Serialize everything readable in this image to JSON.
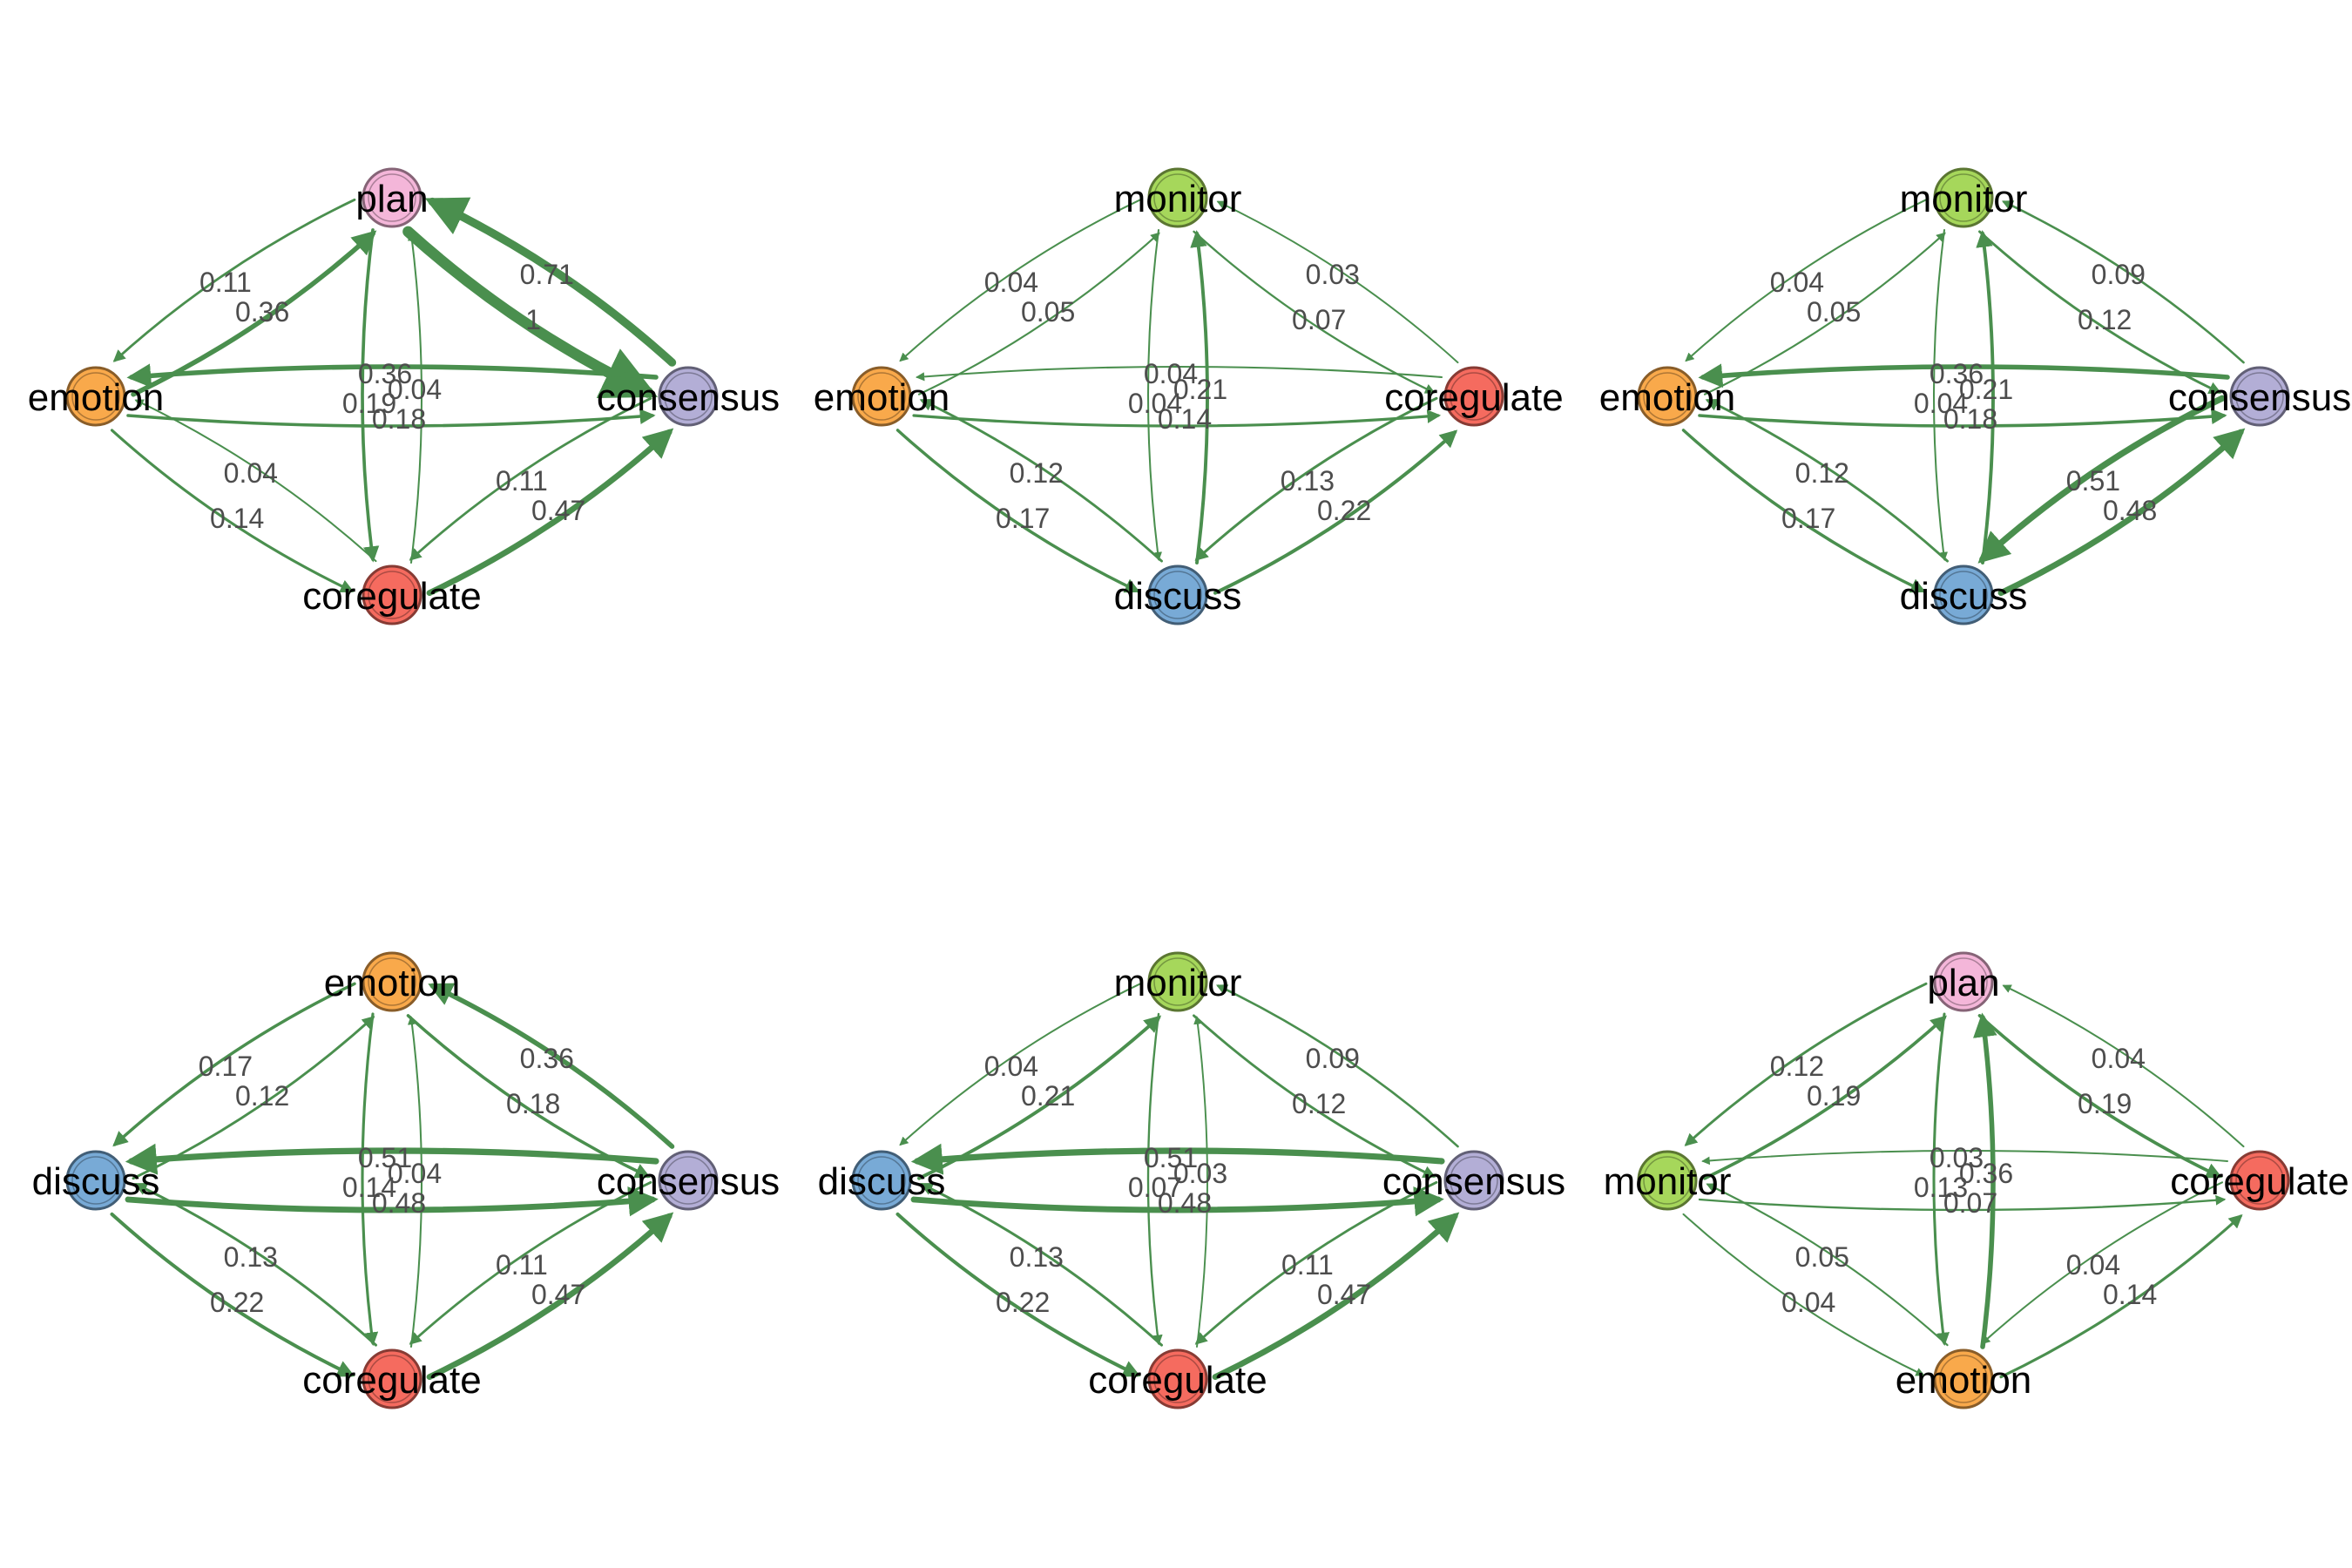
{
  "edge_color": "#4a8f4e",
  "node_colors": {
    "plan": "#f4b6d9",
    "emotion": "#f9a94b",
    "consensus": "#b3aed6",
    "coregulate": "#f56b5f",
    "monitor": "#a6d75b",
    "discuss": "#78aad6"
  },
  "networks": [
    {
      "nodes": [
        "plan",
        "consensus",
        "coregulate",
        "emotion"
      ],
      "edges": [
        {
          "from": "plan",
          "to": "emotion",
          "weight": "0.11"
        },
        {
          "from": "emotion",
          "to": "plan",
          "weight": "0.36"
        },
        {
          "from": "plan",
          "to": "consensus",
          "weight": "1"
        },
        {
          "from": "consensus",
          "to": "plan",
          "weight": "0.71"
        },
        {
          "from": "consensus",
          "to": "emotion",
          "weight": "0.36"
        },
        {
          "from": "emotion",
          "to": "consensus",
          "weight": "0.18"
        },
        {
          "from": "plan",
          "to": "coregulate",
          "weight": "0.19"
        },
        {
          "from": "coregulate",
          "to": "plan",
          "weight": "0.04"
        },
        {
          "from": "coregulate",
          "to": "emotion",
          "weight": "0.04"
        },
        {
          "from": "emotion",
          "to": "coregulate",
          "weight": "0.14"
        },
        {
          "from": "consensus",
          "to": "coregulate",
          "weight": "0.11"
        },
        {
          "from": "coregulate",
          "to": "consensus",
          "weight": "0.47"
        }
      ]
    },
    {
      "nodes": [
        "monitor",
        "coregulate",
        "discuss",
        "emotion"
      ],
      "edges": [
        {
          "from": "monitor",
          "to": "emotion",
          "weight": "0.04"
        },
        {
          "from": "emotion",
          "to": "monitor",
          "weight": "0.05"
        },
        {
          "from": "monitor",
          "to": "coregulate",
          "weight": "0.07"
        },
        {
          "from": "coregulate",
          "to": "monitor",
          "weight": "0.03"
        },
        {
          "from": "coregulate",
          "to": "emotion",
          "weight": "0.04"
        },
        {
          "from": "emotion",
          "to": "coregulate",
          "weight": "0.14"
        },
        {
          "from": "monitor",
          "to": "discuss",
          "weight": "0.04"
        },
        {
          "from": "discuss",
          "to": "monitor",
          "weight": "0.21"
        },
        {
          "from": "discuss",
          "to": "emotion",
          "weight": "0.12"
        },
        {
          "from": "emotion",
          "to": "discuss",
          "weight": "0.17"
        },
        {
          "from": "coregulate",
          "to": "discuss",
          "weight": "0.13"
        },
        {
          "from": "discuss",
          "to": "coregulate",
          "weight": "0.22"
        }
      ]
    },
    {
      "nodes": [
        "monitor",
        "consensus",
        "discuss",
        "emotion"
      ],
      "edges": [
        {
          "from": "monitor",
          "to": "emotion",
          "weight": "0.04"
        },
        {
          "from": "emotion",
          "to": "monitor",
          "weight": "0.05"
        },
        {
          "from": "monitor",
          "to": "consensus",
          "weight": "0.12"
        },
        {
          "from": "consensus",
          "to": "monitor",
          "weight": "0.09"
        },
        {
          "from": "consensus",
          "to": "emotion",
          "weight": "0.36"
        },
        {
          "from": "emotion",
          "to": "consensus",
          "weight": "0.18"
        },
        {
          "from": "monitor",
          "to": "discuss",
          "weight": "0.04"
        },
        {
          "from": "discuss",
          "to": "monitor",
          "weight": "0.21"
        },
        {
          "from": "discuss",
          "to": "emotion",
          "weight": "0.12"
        },
        {
          "from": "emotion",
          "to": "discuss",
          "weight": "0.17"
        },
        {
          "from": "consensus",
          "to": "discuss",
          "weight": "0.51"
        },
        {
          "from": "discuss",
          "to": "consensus",
          "weight": "0.48"
        }
      ]
    },
    {
      "nodes": [
        "emotion",
        "consensus",
        "coregulate",
        "discuss"
      ],
      "edges": [
        {
          "from": "emotion",
          "to": "discuss",
          "weight": "0.17"
        },
        {
          "from": "discuss",
          "to": "emotion",
          "weight": "0.12"
        },
        {
          "from": "emotion",
          "to": "consensus",
          "weight": "0.18"
        },
        {
          "from": "consensus",
          "to": "emotion",
          "weight": "0.36"
        },
        {
          "from": "consensus",
          "to": "discuss",
          "weight": "0.51"
        },
        {
          "from": "discuss",
          "to": "consensus",
          "weight": "0.48"
        },
        {
          "from": "emotion",
          "to": "coregulate",
          "weight": "0.14"
        },
        {
          "from": "coregulate",
          "to": "emotion",
          "weight": "0.04"
        },
        {
          "from": "coregulate",
          "to": "discuss",
          "weight": "0.13"
        },
        {
          "from": "discuss",
          "to": "coregulate",
          "weight": "0.22"
        },
        {
          "from": "consensus",
          "to": "coregulate",
          "weight": "0.11"
        },
        {
          "from": "coregulate",
          "to": "consensus",
          "weight": "0.47"
        }
      ]
    },
    {
      "nodes": [
        "monitor",
        "consensus",
        "coregulate",
        "discuss"
      ],
      "edges": [
        {
          "from": "monitor",
          "to": "discuss",
          "weight": "0.04"
        },
        {
          "from": "discuss",
          "to": "monitor",
          "weight": "0.21"
        },
        {
          "from": "monitor",
          "to": "consensus",
          "weight": "0.12"
        },
        {
          "from": "consensus",
          "to": "monitor",
          "weight": "0.09"
        },
        {
          "from": "consensus",
          "to": "discuss",
          "weight": "0.51"
        },
        {
          "from": "discuss",
          "to": "consensus",
          "weight": "0.48"
        },
        {
          "from": "monitor",
          "to": "coregulate",
          "weight": "0.07"
        },
        {
          "from": "coregulate",
          "to": "monitor",
          "weight": "0.03"
        },
        {
          "from": "coregulate",
          "to": "discuss",
          "weight": "0.13"
        },
        {
          "from": "discuss",
          "to": "coregulate",
          "weight": "0.22"
        },
        {
          "from": "consensus",
          "to": "coregulate",
          "weight": "0.11"
        },
        {
          "from": "coregulate",
          "to": "consensus",
          "weight": "0.47"
        }
      ]
    },
    {
      "nodes": [
        "plan",
        "coregulate",
        "emotion",
        "monitor"
      ],
      "edges": [
        {
          "from": "plan",
          "to": "monitor",
          "weight": "0.12"
        },
        {
          "from": "monitor",
          "to": "plan",
          "weight": "0.19"
        },
        {
          "from": "plan",
          "to": "coregulate",
          "weight": "0.19"
        },
        {
          "from": "coregulate",
          "to": "plan",
          "weight": "0.04"
        },
        {
          "from": "coregulate",
          "to": "monitor",
          "weight": "0.03"
        },
        {
          "from": "monitor",
          "to": "coregulate",
          "weight": "0.07"
        },
        {
          "from": "plan",
          "to": "emotion",
          "weight": "0.13"
        },
        {
          "from": "emotion",
          "to": "plan",
          "weight": "0.36"
        },
        {
          "from": "emotion",
          "to": "monitor",
          "weight": "0.05"
        },
        {
          "from": "monitor",
          "to": "emotion",
          "weight": "0.04"
        },
        {
          "from": "coregulate",
          "to": "emotion",
          "weight": "0.04"
        },
        {
          "from": "emotion",
          "to": "coregulate",
          "weight": "0.14"
        }
      ]
    }
  ]
}
